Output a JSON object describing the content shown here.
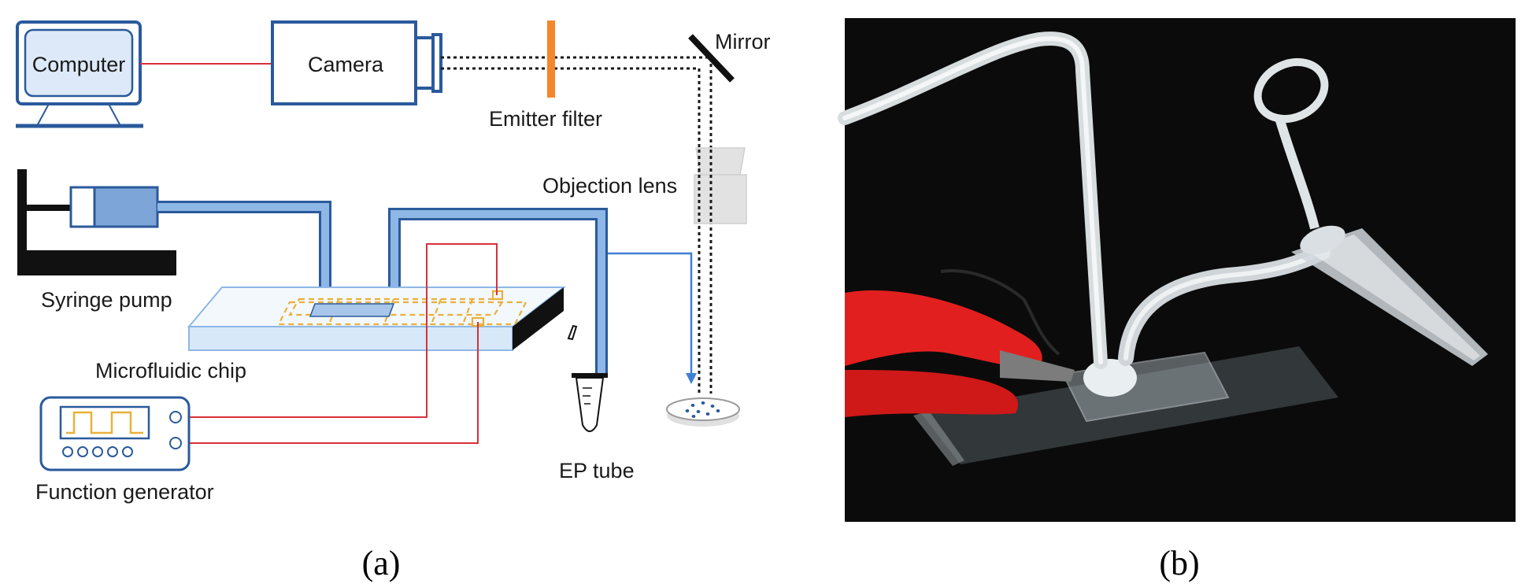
{
  "panel_a": {
    "caption": "(a)",
    "labels": {
      "computer": "Computer",
      "camera": "Camera",
      "mirror": "Mirror",
      "emitter_filter": "Emitter filter",
      "objection_lens": "Objection lens",
      "syringe_pump": "Syringe pump",
      "microfluidic_chip": "Microfluidic chip",
      "function_generator": "Function generator",
      "ep_tube": "EP tube"
    }
  },
  "panel_b": {
    "caption": "(b)"
  },
  "colors": {
    "outline_blue": "#2a5a9c",
    "tube_blue": "#8eb7e6",
    "syringe_fill": "#7ea5d8",
    "wire_red": "#d9303a",
    "filter_orange": "#f5862a",
    "chip_pattern": "#e8b13a",
    "lens_gray": "#dcdcdc",
    "photo_background": "#0a0a0a",
    "clip_red": "#e21f1f"
  }
}
